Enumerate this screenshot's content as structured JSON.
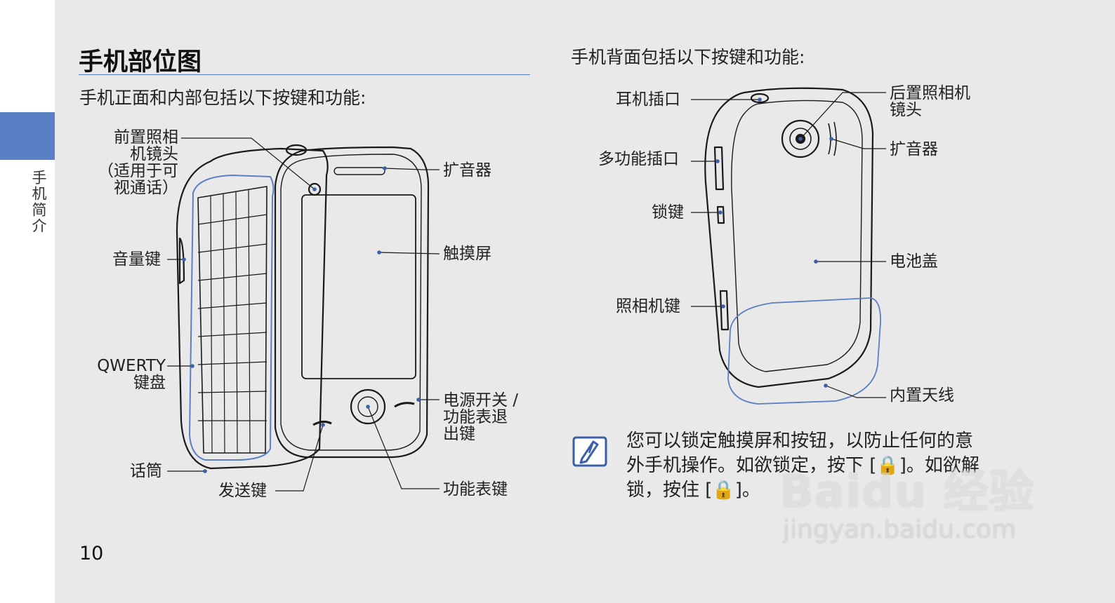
{
  "sidebar": {
    "section_label": "手机简介"
  },
  "page": {
    "heading": "手机部位图",
    "front_intro": "手机正面和内部包括以下按键和功能:",
    "back_intro": "手机背面包括以下按键和功能:",
    "page_number": "10"
  },
  "front_labels": {
    "front_camera": [
      "前置照相",
      "机镜头",
      "（适用于可",
      "视通话）"
    ],
    "volume": "音量键",
    "qwerty_latin": "QWERTY",
    "qwerty_cn": "键盘",
    "mouthpiece": "话筒",
    "send": "发送键",
    "speaker": "扩音器",
    "touchscreen": "触摸屏",
    "power": [
      "电源开关 /",
      "功能表退",
      "出键"
    ],
    "menu": "功能表键"
  },
  "back_labels": {
    "headset_jack": "耳机插口",
    "multi_jack": "多功能插口",
    "lock_key": "锁键",
    "camera_key": "照相机键",
    "rear_camera": [
      "后置照相机",
      "镜头"
    ],
    "speaker": "扩音器",
    "battery_cover": "电池盖",
    "antenna": "内置天线"
  },
  "note": {
    "lines": [
      "您可以锁定触摸屏和按钮，以防止任何的意",
      "外手机操作。如欲锁定，按下 [🔒]。如欲解",
      "锁，按住 [🔒]。"
    ]
  },
  "watermark": {
    "brand": "Baidu 经验",
    "url": "jingyan.baidu.com"
  },
  "colors": {
    "accent": "#5b7fc4",
    "background": "#e9e9e9",
    "line_art": "#1a1a1a"
  }
}
